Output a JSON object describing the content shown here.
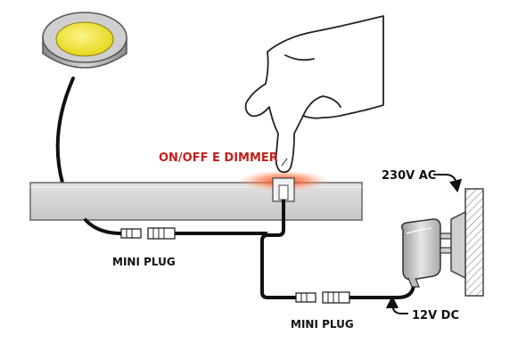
{
  "labels": {
    "switch": "ON/OFF E DIMMER",
    "plug_left": "MINI PLUG",
    "plug_bottom": "MINI PLUG",
    "mains": "230V AC",
    "dc": "12V DC"
  },
  "colors": {
    "switch_label": "#c0201c",
    "text": "#111111",
    "shelf": "#d4d4d4",
    "lamp_face": "#f3e82a",
    "cable": "#111111",
    "glow": "#ff5a2a"
  }
}
